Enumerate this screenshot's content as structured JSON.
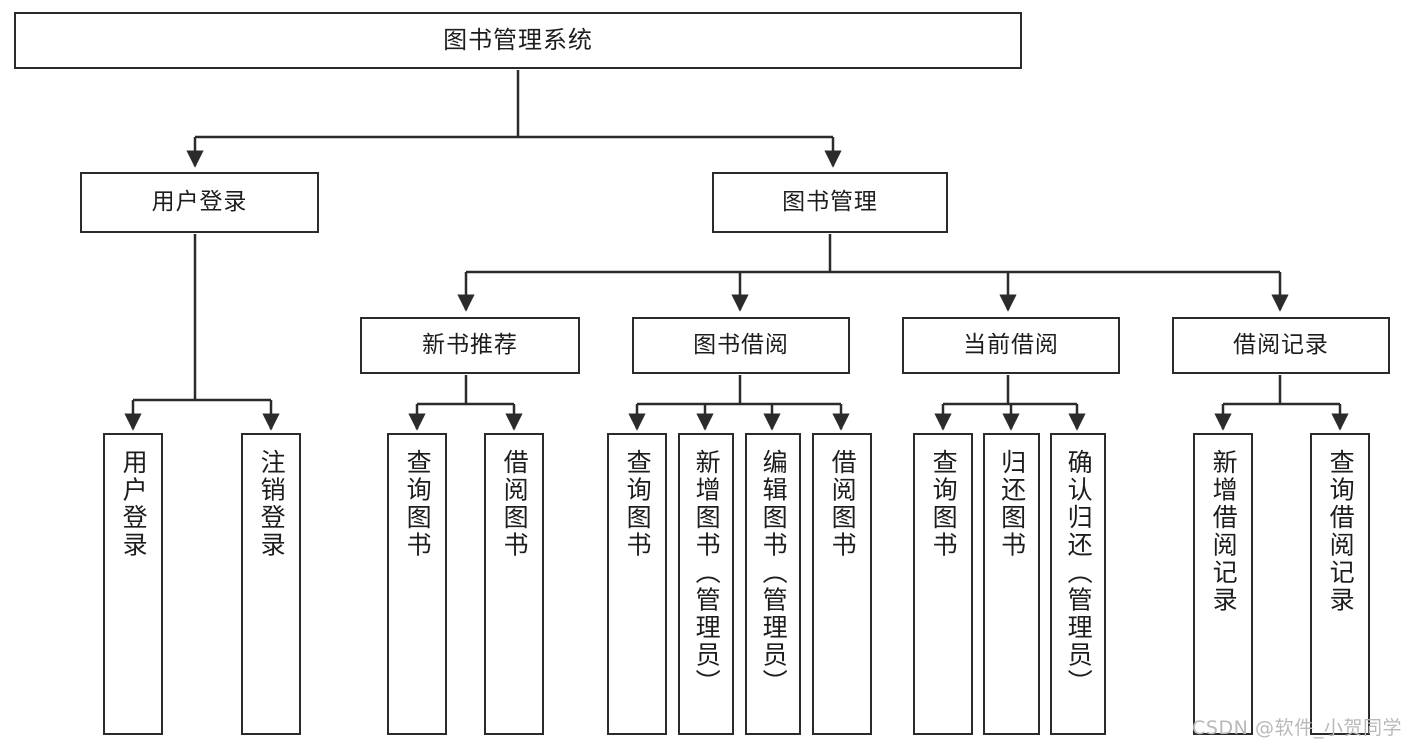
{
  "diagram": {
    "title": "图书管理系统",
    "type": "tree-hierarchy",
    "watermark": "CSDN @软件_小贺同学",
    "style": {
      "box_border": "#2b2b2b",
      "box_fill": "#ffffff",
      "edge_color": "#2b2b2b",
      "text_color": "#1d1d1d",
      "watermark_color": "#b9b9b9",
      "background": "#ffffff"
    },
    "levels": {
      "root": {
        "label": "图书管理系统"
      },
      "level2": [
        {
          "label": "用户登录"
        },
        {
          "label": "图书管理"
        }
      ],
      "level3": [
        {
          "label": "新书推荐"
        },
        {
          "label": "图书借阅"
        },
        {
          "label": "当前借阅"
        },
        {
          "label": "借阅记录"
        }
      ],
      "leaves": {
        "user_login": [
          {
            "label": "用户登录"
          },
          {
            "label": "注销登录"
          }
        ],
        "new_book_recommend": [
          {
            "label": "查询图书"
          },
          {
            "label": "借阅图书"
          }
        ],
        "book_borrow": [
          {
            "label": "查询图书"
          },
          {
            "label": "新增图书（管理员）"
          },
          {
            "label": "编辑图书（管理员）"
          },
          {
            "label": "借阅图书"
          }
        ],
        "current_borrow": [
          {
            "label": "查询图书"
          },
          {
            "label": "归还图书"
          },
          {
            "label": "确认归还（管理员）"
          }
        ],
        "borrow_record": [
          {
            "label": "新增借阅记录"
          },
          {
            "label": "查询借阅记录"
          }
        ]
      }
    }
  }
}
